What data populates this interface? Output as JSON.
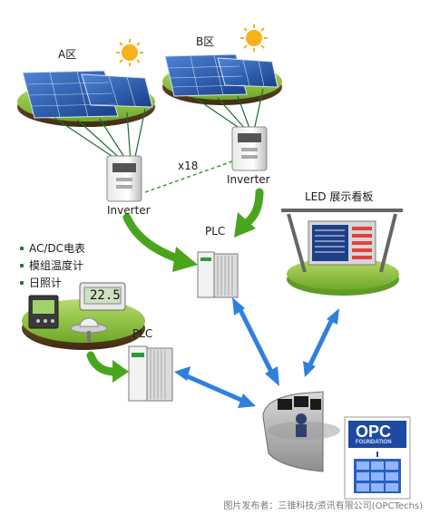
{
  "solar_fields": [
    {
      "label": "A区"
    },
    {
      "label": "B区"
    }
  ],
  "inverter_labels": [
    "Inverter",
    "Inverter"
  ],
  "inverter_link_label": "x18",
  "plc_labels": [
    "PLC",
    "PLC"
  ],
  "led_board_label": "LED  展示看板",
  "sensors": {
    "items": [
      "AC/DC电表",
      "模组温度计",
      "日照计"
    ],
    "temperature_display": "22.5"
  },
  "opc": {
    "logo_text": "OPC",
    "sub_text": "FOUNDATION"
  },
  "caption": "图片发布者：三锥科技/资讯有限公司(OPCTechs)",
  "colors": {
    "arrow_green": "#4aa51e",
    "arrow_blue": "#2f7fe0",
    "grass": "#8cc63f",
    "panel_blue": "#2a56a8",
    "sun": "#f6b21a"
  }
}
